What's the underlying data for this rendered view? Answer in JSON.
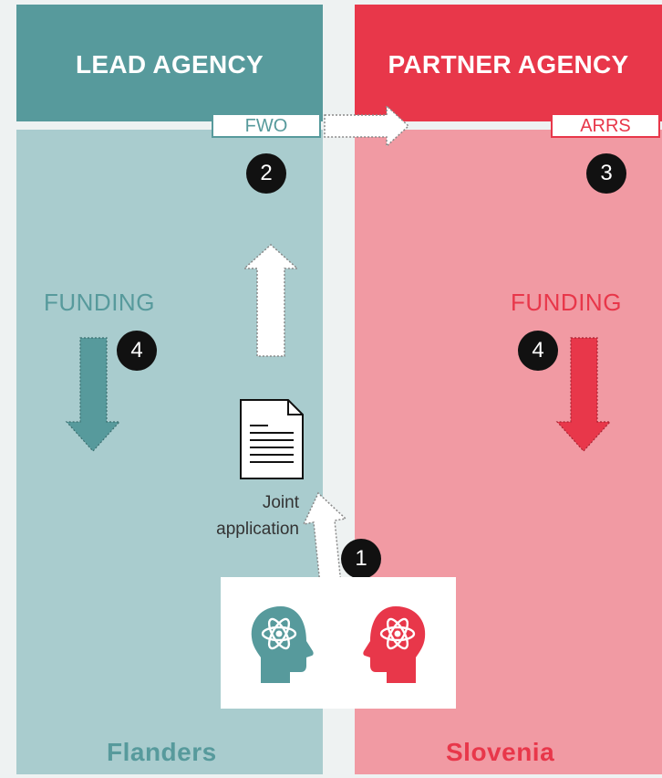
{
  "lead": {
    "title": "LEAD AGENCY",
    "agency": "FWO",
    "region": "Flanders",
    "funding": "FUNDING",
    "color": "#579a9c"
  },
  "partner": {
    "title": "PARTNER AGENCY",
    "agency": "ARRS",
    "region": "Slovenia",
    "funding": "FUNDING",
    "color": "#e8374a"
  },
  "document": {
    "label_line1": "Joint",
    "label_line2": "application",
    "icon": "document-icon"
  },
  "steps": {
    "step1": "1",
    "step2": "2",
    "step3": "3",
    "step4_left": "4",
    "step4_right": "4"
  },
  "icons": {
    "researcher_left": "researcher-head-icon",
    "researcher_right": "researcher-head-icon"
  }
}
